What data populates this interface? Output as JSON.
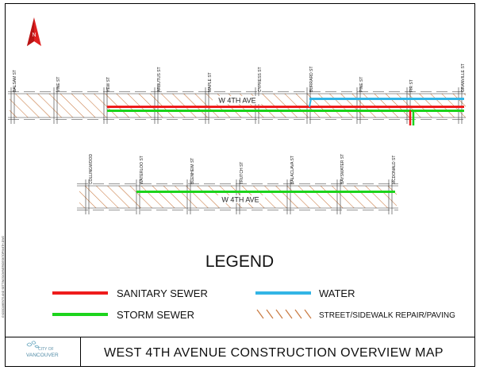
{
  "colors": {
    "sanitary": "#ee1c1c",
    "storm": "#1cd41c",
    "water": "#33b5e5",
    "hatch": "#c8783f",
    "north_arrow": "#e02020"
  },
  "north_arrow": {
    "letter": "N"
  },
  "upper_corridor": {
    "avenue_label": "W 4TH AVE",
    "streets": [
      "BALSAM ST",
      "VINE ST",
      "YEW ST",
      "ARBUTUS ST",
      "MAPLE ST",
      "CYPRESS ST",
      "BURRARD ST",
      "PINE ST",
      "FIR ST",
      "GRANVILLE ST"
    ]
  },
  "lower_corridor": {
    "avenue_label": "W 4TH AVE",
    "streets": [
      "COLLINGWOOD",
      "WATERLOO ST",
      "BLENHEIM ST",
      "TRUTCH ST",
      "BALACLAVA ST",
      "BAYSWATER ST",
      "MCDONALD ST"
    ]
  },
  "legend": {
    "title": "LEGEND",
    "items": {
      "sanitary": "SANITARY SEWER",
      "storm": "STORM SEWER",
      "water": "WATER",
      "paving": "STREET/SIDEWALK REPAIR/PAVING"
    }
  },
  "footer": {
    "title": "WEST 4TH AVENUE CONSTRUCTION OVERVIEW MAP",
    "logo_line1": "CITY OF",
    "logo_line2": "VANCOUVER"
  },
  "side_note": "G:\\DOCUMENTS AND SETTINGS\\OWNER\\DESKTOP\\W4TH.DWG"
}
